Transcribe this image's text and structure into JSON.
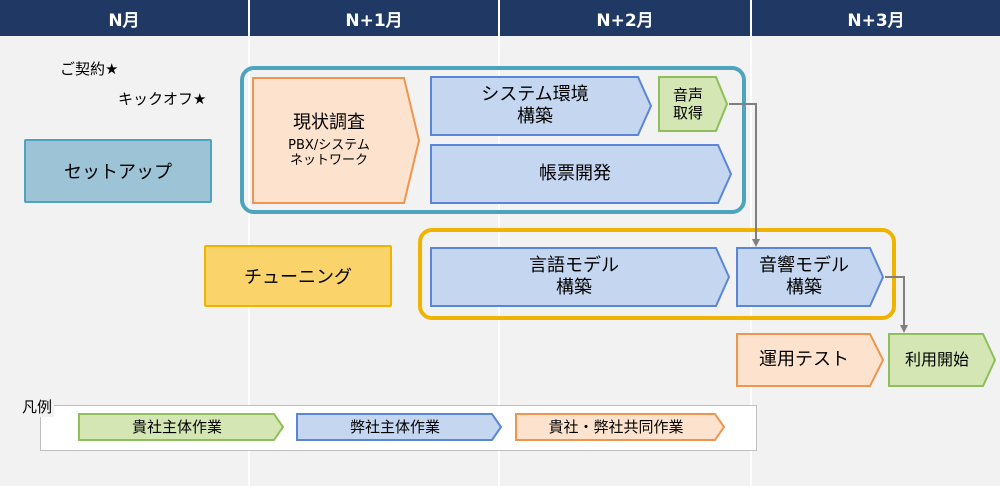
{
  "header": {
    "col1": "N月",
    "col2": "N+1月",
    "col3": "N+2月",
    "col4": "N+3月"
  },
  "milestones": {
    "contract": "ご契約★",
    "kickoff": "キックオフ★"
  },
  "phases": {
    "setup": "セットアップ",
    "tuning": "チューニング"
  },
  "tasks": {
    "current_survey_title": "現状調査",
    "current_survey_sub1": "PBX/システム",
    "current_survey_sub2": "ネットワーク",
    "system_env_line1": "システム環境",
    "system_env_line2": "構築",
    "voice_line1": "音声",
    "voice_line2": "取得",
    "forms": "帳票開発",
    "language_model_line1": "言語モデル",
    "language_model_line2": "構築",
    "acoustic_model_line1": "音響モデル",
    "acoustic_model_line2": "構築",
    "ops_test": "運用テスト",
    "start_use": "利用開始"
  },
  "legend": {
    "title": "凡例",
    "client": "貴社主体作業",
    "vendor": "弊社主体作業",
    "joint": "貴社・弊社共同作業"
  },
  "colors": {
    "header": "#1f3864",
    "column_bg": "#f2f2f2",
    "setup_fill": "#9dc3d6",
    "setup_border": "#4ea3bd",
    "tuning_fill": "#fad46a",
    "tuning_border": "#f0b400",
    "vendor_fill": "#c5d6f0",
    "vendor_border": "#5b86d6",
    "client_fill": "#d3e6b4",
    "client_border": "#8fbf5a",
    "joint_fill": "#fde3cd",
    "joint_border": "#ee9550",
    "connector": "#7f7f7f"
  }
}
